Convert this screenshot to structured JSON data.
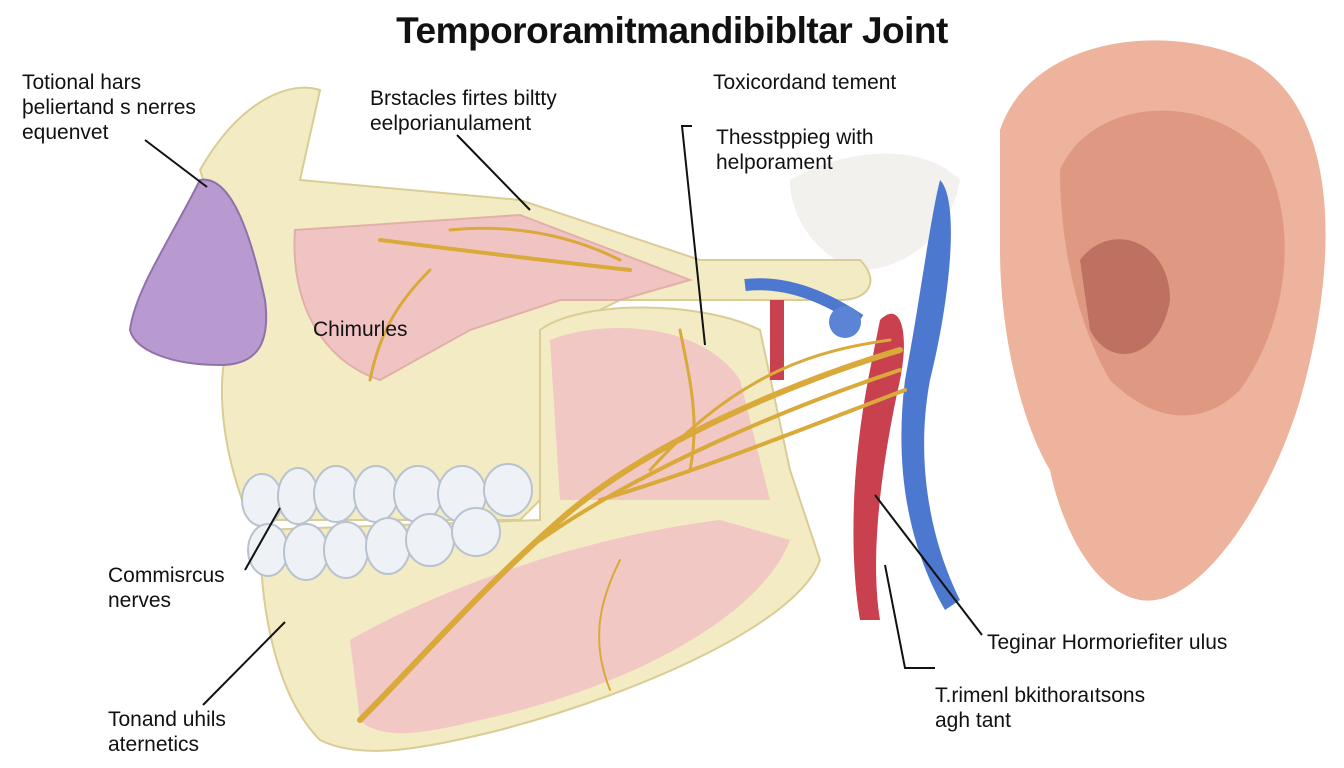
{
  "title": "Tempororamitmandibibltar Joint",
  "labels": {
    "top_left": [
      "Totional hars",
      "þeliertand s nerres",
      "equenvet"
    ],
    "top_middle": [
      "Brstacles firtes biltty",
      "eelporianulament"
    ],
    "top_right": [
      "Toxicordand tement"
    ],
    "upper_right": [
      "Thesstppieg with",
      "helporament"
    ],
    "center": [
      "Chimurles"
    ],
    "mid_left": [
      "Commisrcus",
      "nerves"
    ],
    "bottom_left": [
      "Tonand uhils",
      "aternetics"
    ],
    "lower_right": [
      "Teginar Hormoriefiter ulus"
    ],
    "bottom_right": [
      "T.rimenl bkithoraıtsons",
      "agh tant"
    ]
  },
  "colors": {
    "bone": "#f3ebc3",
    "bone_edge": "#d9cd95",
    "tissue": "#f1c4c4",
    "nerve": "#d9a93a",
    "artery": "#c9404e",
    "vein": "#4d78d0",
    "nose": "#b99ad0",
    "ear": "#eaa88f"
  }
}
